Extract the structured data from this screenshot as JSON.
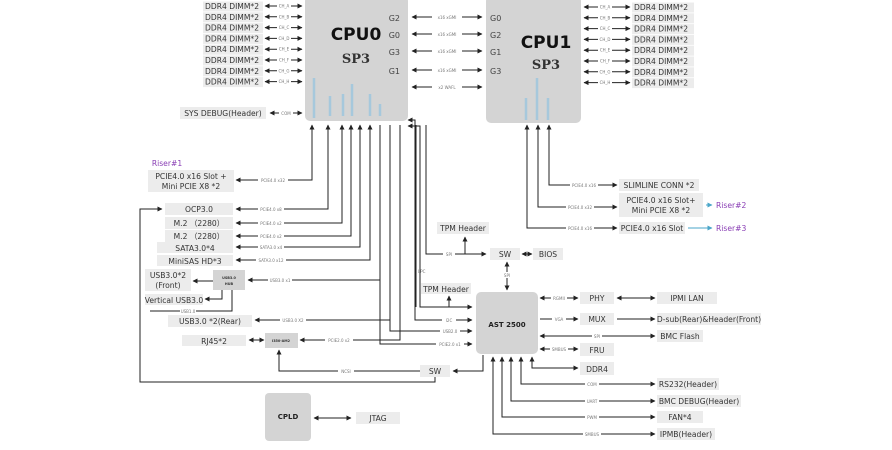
{
  "cpu0": {
    "title": "CPU0",
    "socket": "SP3",
    "ports": [
      "G2",
      "G0",
      "G3",
      "G1"
    ]
  },
  "cpu1": {
    "title": "CPU1",
    "socket": "SP3",
    "ports": [
      "G0",
      "G2",
      "G1",
      "G3"
    ]
  },
  "xgmi_links": [
    "x16 xGMI",
    "x16 xGMI",
    "x16 xGMI",
    "x16 xGMI",
    "x2 WAFL"
  ],
  "cpu0_memory": {
    "label": "DDR4 DIMM*2",
    "channels": [
      "CH_A",
      "CH_B",
      "CH_C",
      "CH_D",
      "CH_E",
      "CH_F",
      "CH_G",
      "CH_H"
    ]
  },
  "cpu1_memory": {
    "label": "DDR4 DIMM*2",
    "channels": [
      "CH_A",
      "CH_B",
      "CH_C",
      "CH_D",
      "CH_E",
      "CH_F",
      "CH_G",
      "CH_H"
    ]
  },
  "sys_debug": {
    "label": "SYS DEBUG(Header)",
    "link": "COM"
  },
  "cpu0_io": [
    {
      "name": "riser1",
      "riser": "Riser#1",
      "line1": "PCIE4.0 x16 Slot +",
      "line2": "Mini PCIE X8 *2",
      "link": "PCIE4.0 x32"
    },
    {
      "name": "ocp",
      "label": "OCP3.0",
      "link": "PCIE4.0 x8"
    },
    {
      "name": "m2-a",
      "label": "M.2 （2280）",
      "link": "PCIE4.0 x2"
    },
    {
      "name": "m2-b",
      "label": "M.2 （2280）",
      "link": "PCIE4.0 x2"
    },
    {
      "name": "sata",
      "label": "SATA3.0*4",
      "link": "SATA3.0 x4"
    },
    {
      "name": "minisas",
      "label": "MiniSAS HD*3",
      "link": "SATA3.0 x12"
    },
    {
      "name": "usb-front",
      "line1": "USB3.0*2",
      "line2": "(Front)",
      "link": "USB3.0 x1"
    },
    {
      "name": "vertical-usb",
      "label": "Vertical USB3.0",
      "link": "USB1.0"
    },
    {
      "name": "usb-rear",
      "label": "USB3.0 *2(Rear)",
      "link": "USB3.0 X2"
    },
    {
      "name": "rj45",
      "label": "RJ45*2",
      "link": "PCIE2.0 x2"
    }
  ],
  "usb_hub": {
    "line1": "USB3.0",
    "line2": "HUB"
  },
  "nic": {
    "label": "I350-AM2"
  },
  "ncsi_label": "NCSI",
  "cpu1_io": [
    {
      "name": "slimline",
      "label": "SLIMLINE CONN *2",
      "link": "PCIE4.0 x16"
    },
    {
      "name": "riser2",
      "line1": "PCIE4.0 x16 Slot+",
      "line2": "Mini PCIE X8 *2",
      "link": "PCIE4.0 x32",
      "riser": "Riser#2"
    },
    {
      "name": "riser3",
      "label": "PCIE4.0 x16 Slot",
      "link": "PCIE4.0 x16",
      "riser": "Riser#3"
    }
  ],
  "tpm1": {
    "label": "TPM Header",
    "link": "SPI"
  },
  "tpm2": {
    "label": "TPM Header",
    "link": "LPC"
  },
  "spi_sw": {
    "label": "SW",
    "link": "SPI"
  },
  "bios": {
    "label": "BIOS"
  },
  "bmc": {
    "title": "AST 2500",
    "inputs": [
      "I2C",
      "USB2.0",
      "PCIE2.0 x1"
    ],
    "outputs": [
      {
        "name": "phy",
        "label": "PHY",
        "link": "RGMII",
        "target": "IPMI LAN"
      },
      {
        "name": "mux",
        "label": "MUX",
        "link": "VGA",
        "target": "D-sub(Rear)&Header(Front)"
      },
      {
        "name": "bmc-flash",
        "target": "BMC Flash",
        "link": "SPI"
      },
      {
        "name": "fru",
        "label": "FRU",
        "link": "SMBUS"
      },
      {
        "name": "ddr4",
        "label": "DDR4"
      },
      {
        "name": "rs232",
        "target": "RS232(Header)",
        "link": "COM"
      },
      {
        "name": "bmc-debug",
        "target": "BMC DEBUG(Header)",
        "link": "UART"
      },
      {
        "name": "fan",
        "target": "FAN*4",
        "link": "PWM"
      },
      {
        "name": "ipmb",
        "target": "IPMB(Header)",
        "link": "SMBUS"
      }
    ]
  },
  "ncsi_sw": {
    "label": "SW"
  },
  "cpld": {
    "label": "CPLD"
  },
  "jtag": {
    "label": "JTAG"
  }
}
